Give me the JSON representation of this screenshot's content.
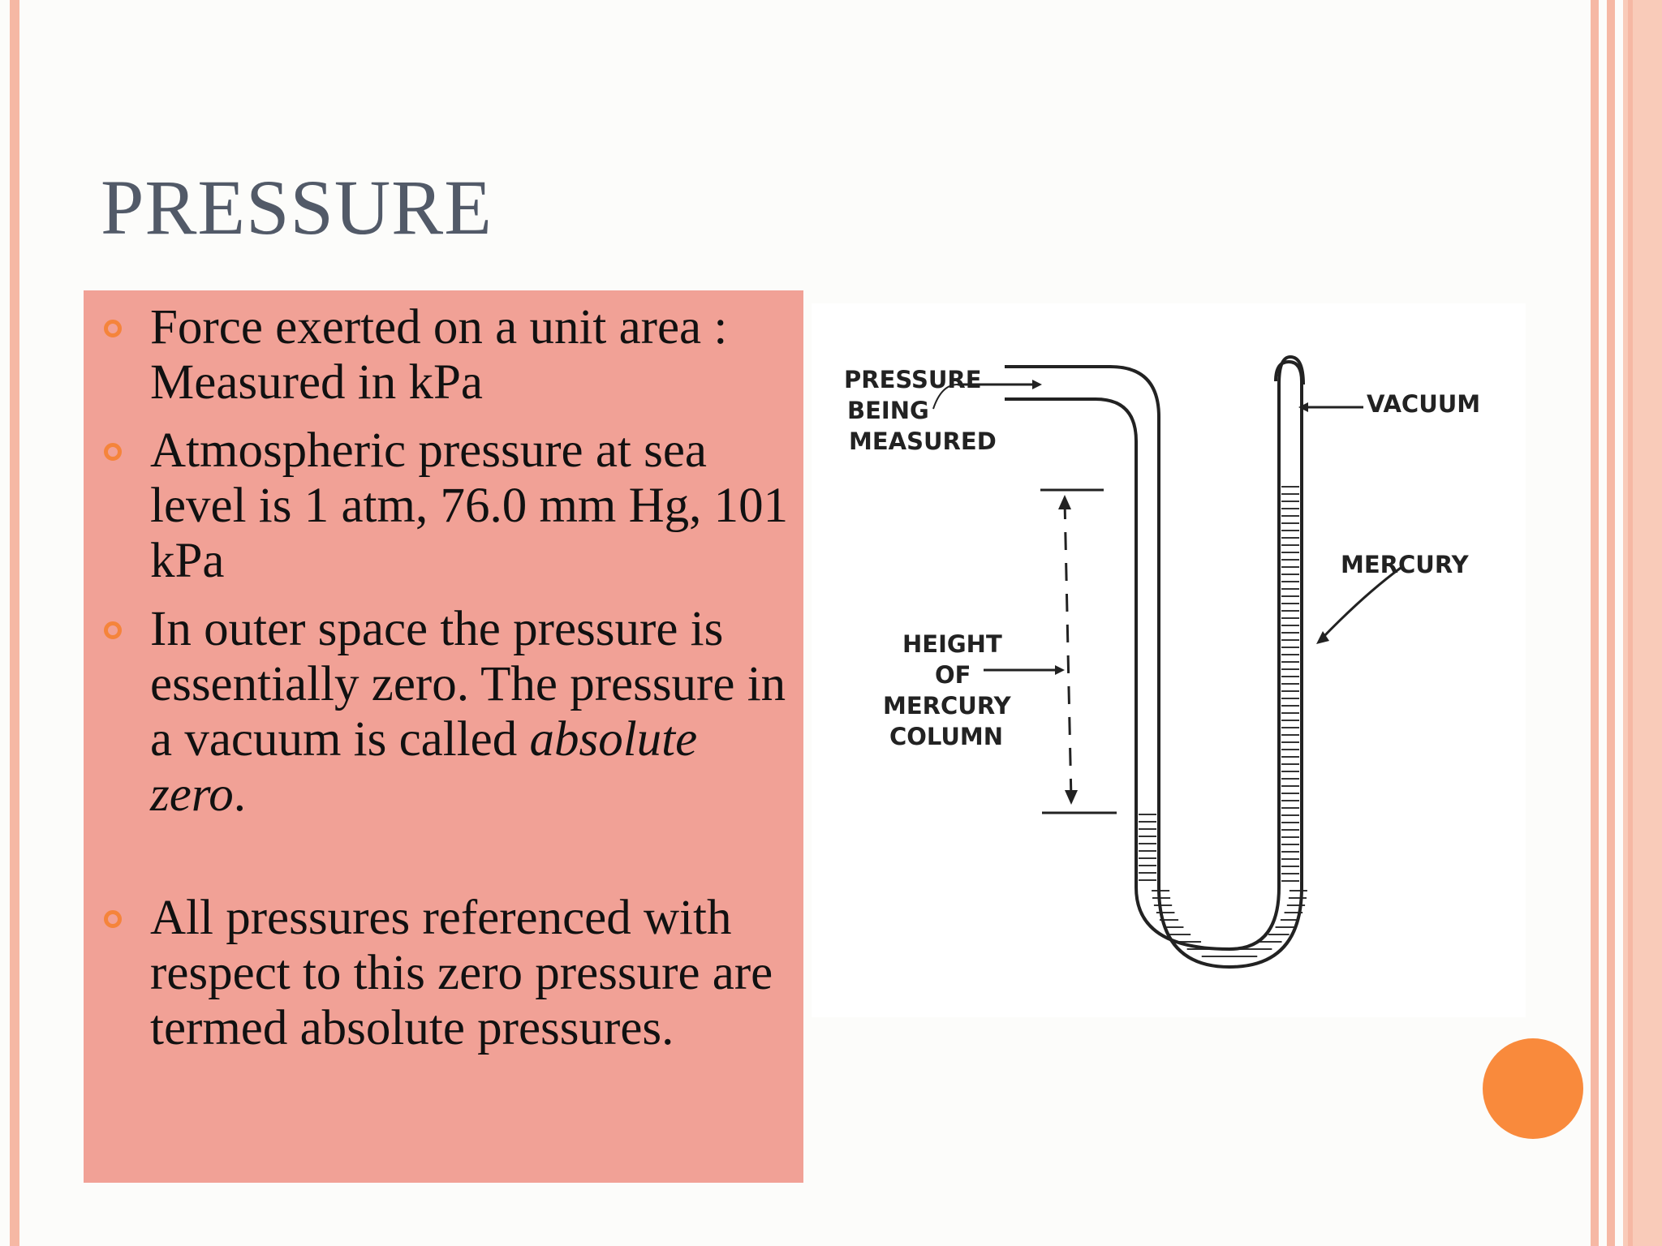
{
  "slide": {
    "title": "PRESSURE",
    "bullets": [
      {
        "text": "Force exerted on a unit area : Measured in kPa"
      },
      {
        "text": "Atmospheric pressure at sea level is 1 atm, 76.0 mm Hg, 101 kPa"
      },
      {
        "text_before": "In outer space the pressure is essentially zero. The pressure in a vacuum is called ",
        "text_italic": "absolute zero",
        "text_after": "."
      },
      {
        "text": "All pressures referenced with respect to this zero pressure are termed absolute pressures."
      }
    ]
  },
  "diagram": {
    "labels": {
      "pressure_line1": "PRESSURE",
      "pressure_line2": "BEING",
      "pressure_line3": "MEASURED",
      "vacuum": "VACUUM",
      "mercury": "MERCURY",
      "height_line1": "HEIGHT",
      "height_line2": "OF",
      "height_line3": "MERCURY",
      "height_line4": "COLUMN"
    }
  },
  "colors": {
    "title": "#525a68",
    "content_box": "#f1a196",
    "bullet_ring": "#f5843b",
    "accent_circle": "#f98a3c",
    "frame": "#f6b8a4"
  }
}
